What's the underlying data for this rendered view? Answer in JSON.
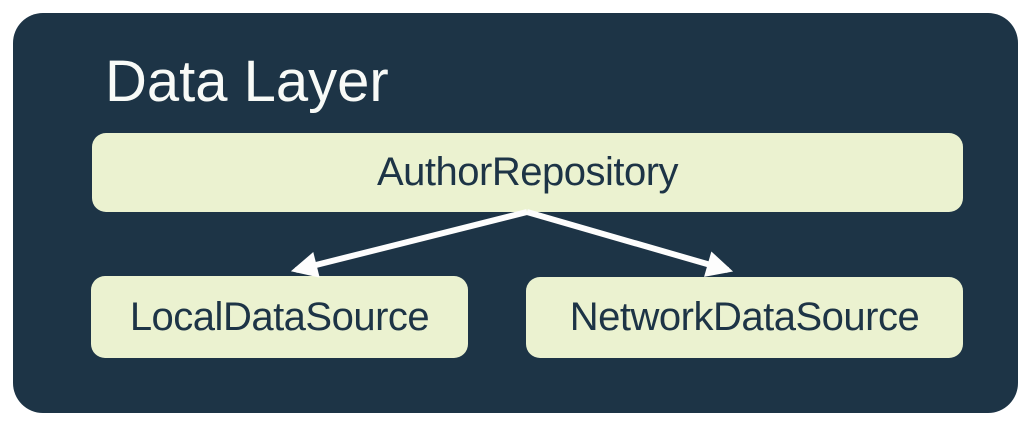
{
  "diagram": {
    "title": "Data Layer",
    "nodes": [
      {
        "id": "author-repository",
        "label": "AuthorRepository"
      },
      {
        "id": "local-data-source",
        "label": "LocalDataSource"
      },
      {
        "id": "network-data-source",
        "label": "NetworkDataSource"
      }
    ],
    "edges": [
      {
        "from": "AuthorRepository",
        "to": "LocalDataSource"
      },
      {
        "from": "AuthorRepository",
        "to": "NetworkDataSource"
      }
    ],
    "colors": {
      "page_background": "#ffffff",
      "container_fill": "#1d3446",
      "node_fill": "#ebf2d0",
      "node_text": "#1d3446",
      "title_text": "#f8faf7",
      "arrow": "#fdfdfd"
    }
  }
}
